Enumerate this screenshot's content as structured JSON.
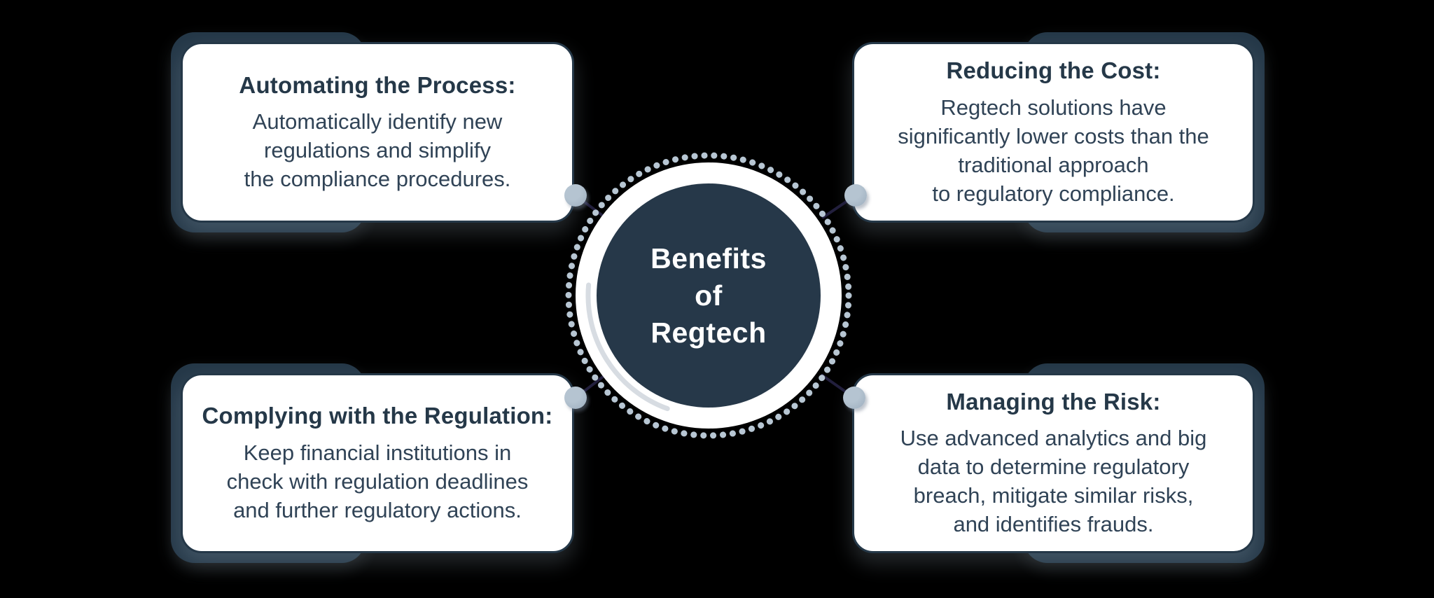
{
  "palette": {
    "bg": "#000000",
    "navy": "#253848",
    "body_text": "#304356",
    "card_bg": "#ffffff",
    "circle_fill": "#263849",
    "circle_text": "#ffffff",
    "ring_white": "#ffffff",
    "ring_dot": "#b7c6d3",
    "crescent": "#d7dce2",
    "connector_line": "#221f3d",
    "dot_light": "#b5c4d1",
    "dot_dark": "#9cadbd"
  },
  "center": {
    "label": "Benefits\nof\nRegtech"
  },
  "cards": [
    {
      "title": "Automating the Process:",
      "body": "Automatically identify new\nregulations and simplify\nthe compliance procedures."
    },
    {
      "title": "Reducing the Cost:",
      "body": "Regtech solutions have\nsignificantly lower costs than the\ntraditional approach\nto regulatory compliance."
    },
    {
      "title": "Complying with the Regulation:",
      "body": "Keep financial institutions in\ncheck with regulation deadlines\nand further regulatory actions."
    },
    {
      "title": "Managing the Risk:",
      "body": "Use advanced analytics and big\ndata to determine regulatory\nbreach, mitigate similar risks,\nand identifies frauds."
    }
  ]
}
